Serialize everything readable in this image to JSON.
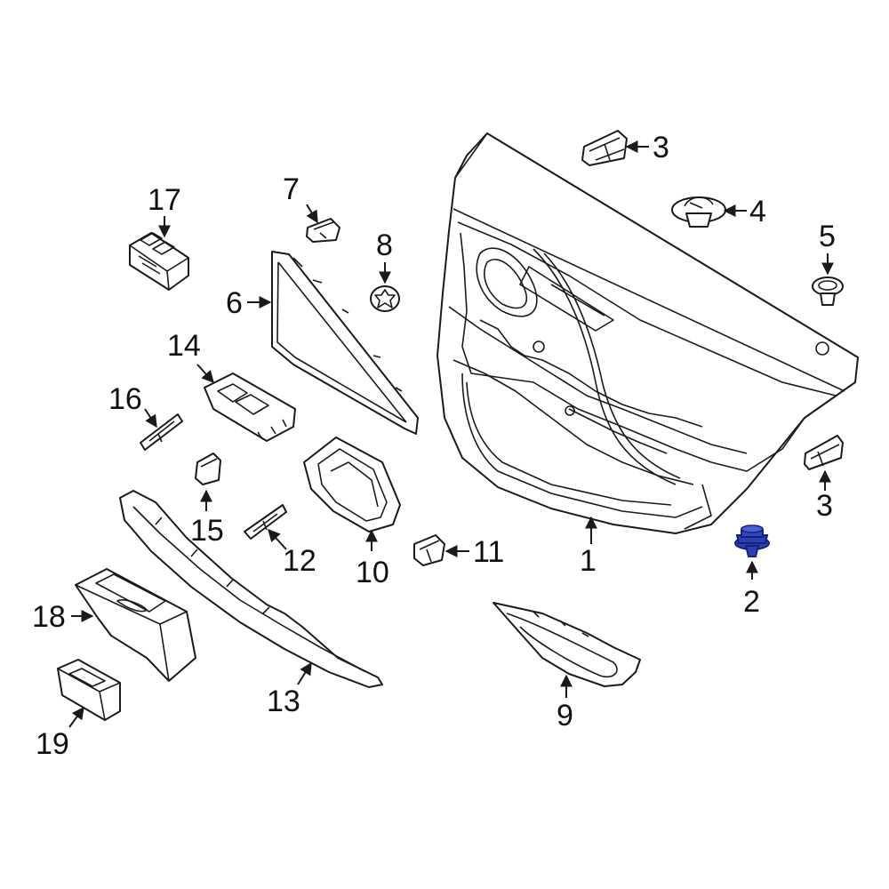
{
  "callouts": {
    "c1": "1",
    "c2": "2",
    "c3a": "3",
    "c3b": "3",
    "c4": "4",
    "c5": "5",
    "c6": "6",
    "c7": "7",
    "c8": "8",
    "c9": "9",
    "c10": "10",
    "c11": "11",
    "c12": "12",
    "c13": "13",
    "c14": "14",
    "c15": "15",
    "c16": "16",
    "c17": "17",
    "c18": "18",
    "c19": "19"
  },
  "colors": {
    "line": "#1a1a1a",
    "highlight": "#2b3fb0",
    "highlight_dark": "#15207a"
  }
}
